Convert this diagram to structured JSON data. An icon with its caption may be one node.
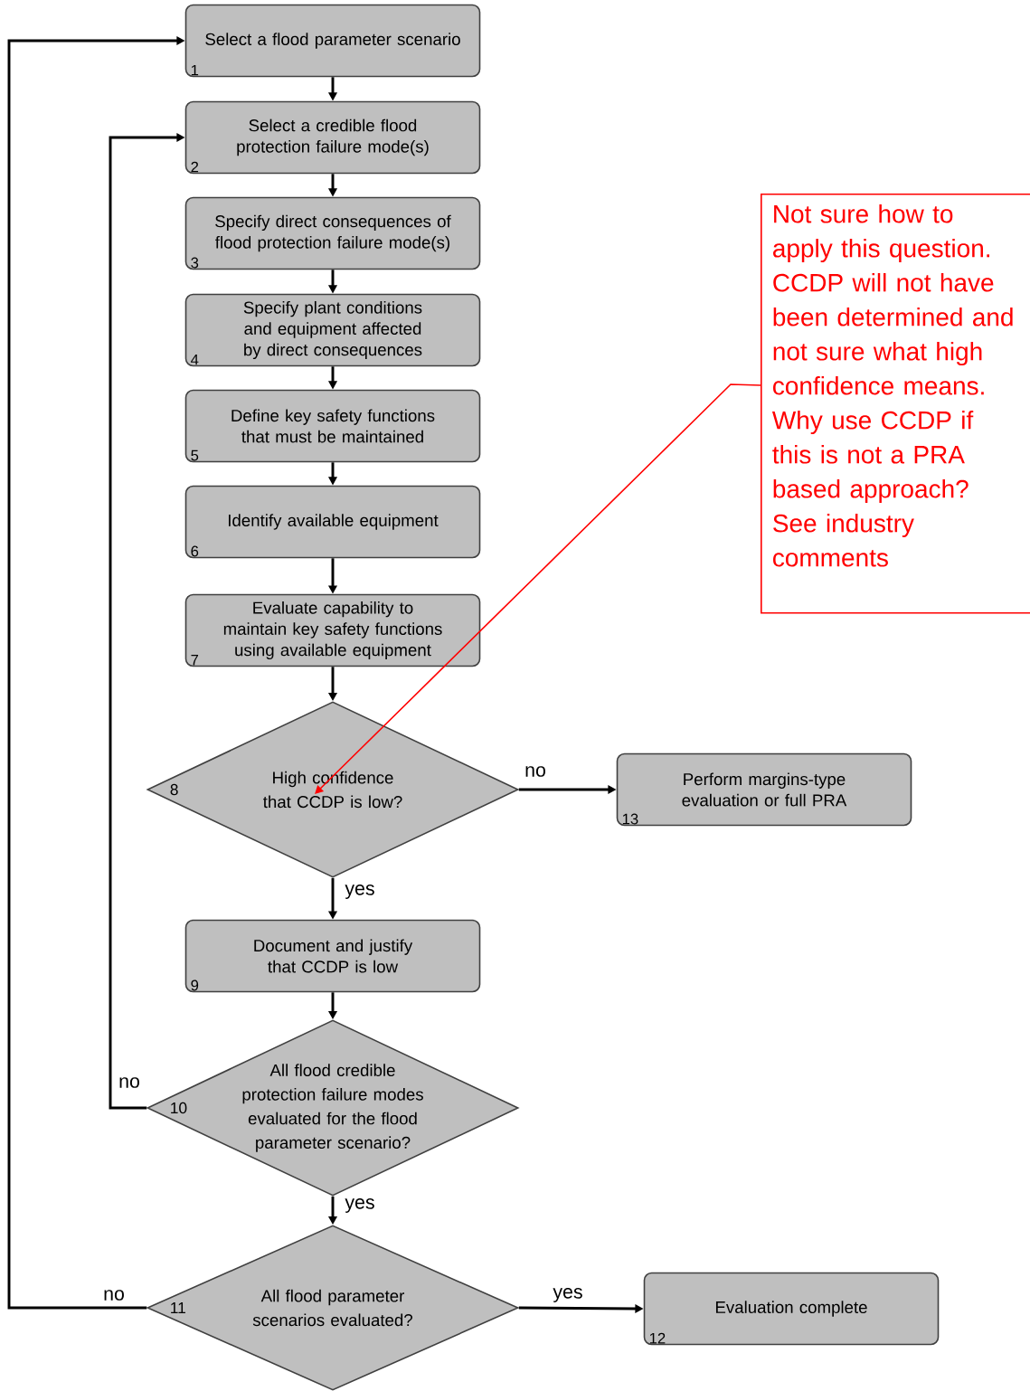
{
  "diagram": {
    "nodes": [
      {
        "text": [
          "1",
          "Select a flood parameter scenario"
        ]
      },
      {
        "text": [
          "2",
          "Select a credible flood protection failure mode(s)"
        ]
      },
      {
        "text": [
          "3",
          "Specify direct consequences of flood protection failure mode(s)"
        ]
      },
      {
        "text": [
          "4",
          "Specify plant conditions and equipment affected by direct consequences"
        ]
      },
      {
        "text": [
          "5",
          "Define key safety functions that must be maintained"
        ]
      },
      {
        "text": [
          "6",
          "Identify available equipment"
        ]
      },
      {
        "text": [
          "7",
          "Evaluate capability to maintain key safety functions using available equipment"
        ]
      },
      {
        "text": [
          "8",
          "High confidence that CCDP is low?"
        ]
      },
      {
        "text": [
          "13",
          "Perform margins-type evaluation or full PRA"
        ]
      },
      {
        "text": [
          "9",
          "Document and justify that CCDP is low"
        ]
      },
      {
        "text": [
          "10",
          "All flood credible protection failure modes evaluated for the flood parameter scenario?"
        ]
      },
      {
        "text": [
          "11",
          "All flood parameter scenarios evaluated?"
        ]
      },
      {
        "text": [
          "12",
          "Evaluation complete"
        ]
      },
      {
        "text": [
          "Not sure how to apply this question. CCDP will not have been determined and not sure what high confidence means. Why use CCDP if this is not a PRA based approach? See industry comments"
        ]
      }
    ],
    "edges": [
      {
        "from": 0,
        "to": 1,
        "arrow": "to"
      },
      {
        "from": 1,
        "to": 2,
        "arrow": "to"
      },
      {
        "from": 2,
        "to": 3,
        "arrow": "to"
      },
      {
        "from": 3,
        "to": 4,
        "arrow": "to"
      },
      {
        "from": 4,
        "to": 5,
        "arrow": "to"
      },
      {
        "from": 5,
        "to": 6,
        "arrow": "to"
      },
      {
        "from": 6,
        "to": 7,
        "arrow": "to"
      },
      {
        "from": 7,
        "to": 8,
        "arrow": "to",
        "label": "no"
      },
      {
        "from": 7,
        "to": 9,
        "arrow": "to",
        "label": "yes"
      },
      {
        "from": 9,
        "to": 10,
        "arrow": "to"
      },
      {
        "from": 10,
        "to": 1,
        "arrow": "to",
        "label": "no"
      },
      {
        "from": 10,
        "to": 11,
        "arrow": "to",
        "label": "yes"
      },
      {
        "from": 11,
        "to": 0,
        "arrow": "to",
        "label": "no"
      },
      {
        "from": 11,
        "to": 12,
        "arrow": "to",
        "label": "yes"
      },
      {
        "from": 13,
        "to": 7,
        "arrow": "to",
        "color": "#ff0000"
      }
    ]
  }
}
